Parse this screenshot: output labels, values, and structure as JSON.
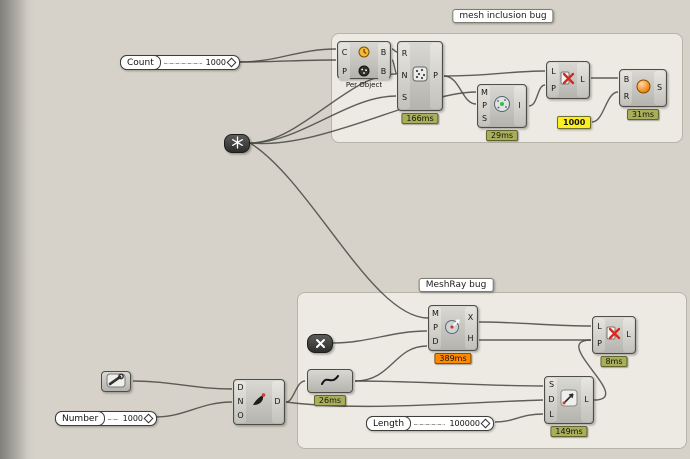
{
  "groups": {
    "inclusion": {
      "label": "mesh inclusion bug"
    },
    "meshray": {
      "label": "MeshRay bug"
    }
  },
  "sliders": {
    "count": {
      "name": "Count",
      "value": "1000"
    },
    "number": {
      "name": "Number",
      "value": "1000"
    },
    "length": {
      "name": "Length",
      "value": "100000"
    }
  },
  "value_panel": {
    "value": "1000"
  },
  "components": {
    "per_object": {
      "label": "Per Object",
      "inputs": [
        "C",
        "P"
      ],
      "outputs": [
        "B",
        "B"
      ]
    },
    "populate": {
      "inputs": [
        "R",
        "N",
        "S"
      ],
      "outputs": [
        "P"
      ],
      "runtime": "166ms"
    },
    "inclusion": {
      "inputs": [
        "M",
        "P",
        "S"
      ],
      "outputs": [
        "I"
      ],
      "runtime": "29ms"
    },
    "cull_top": {
      "inputs": [
        "L",
        "P"
      ],
      "outputs": [
        "L"
      ]
    },
    "emit": {
      "inputs": [
        "B",
        "R"
      ],
      "outputs": [
        "S"
      ],
      "runtime": "31ms"
    },
    "meshray": {
      "inputs": [
        "M",
        "P",
        "D"
      ],
      "outputs": [
        "X",
        "H"
      ],
      "runtime": "389ms"
    },
    "cull_bottom": {
      "inputs": [
        "L",
        "P"
      ],
      "outputs": [
        "L"
      ],
      "runtime": "8ms"
    },
    "whip": {
      "runtime": "26ms"
    },
    "line_sdl": {
      "inputs": [
        "S",
        "D",
        "L"
      ],
      "outputs": [
        "L"
      ],
      "runtime": "149ms"
    },
    "duplicate": {
      "inputs": [
        "D",
        "N",
        "O"
      ],
      "outputs": [
        "D"
      ]
    }
  },
  "colors": {
    "canvas": "#d6d2c9",
    "badge_normal": "#a9ae5a",
    "badge_hot": "#ff8a00",
    "panel_yellow": "#fdee21",
    "wire": "#4a4a46"
  }
}
